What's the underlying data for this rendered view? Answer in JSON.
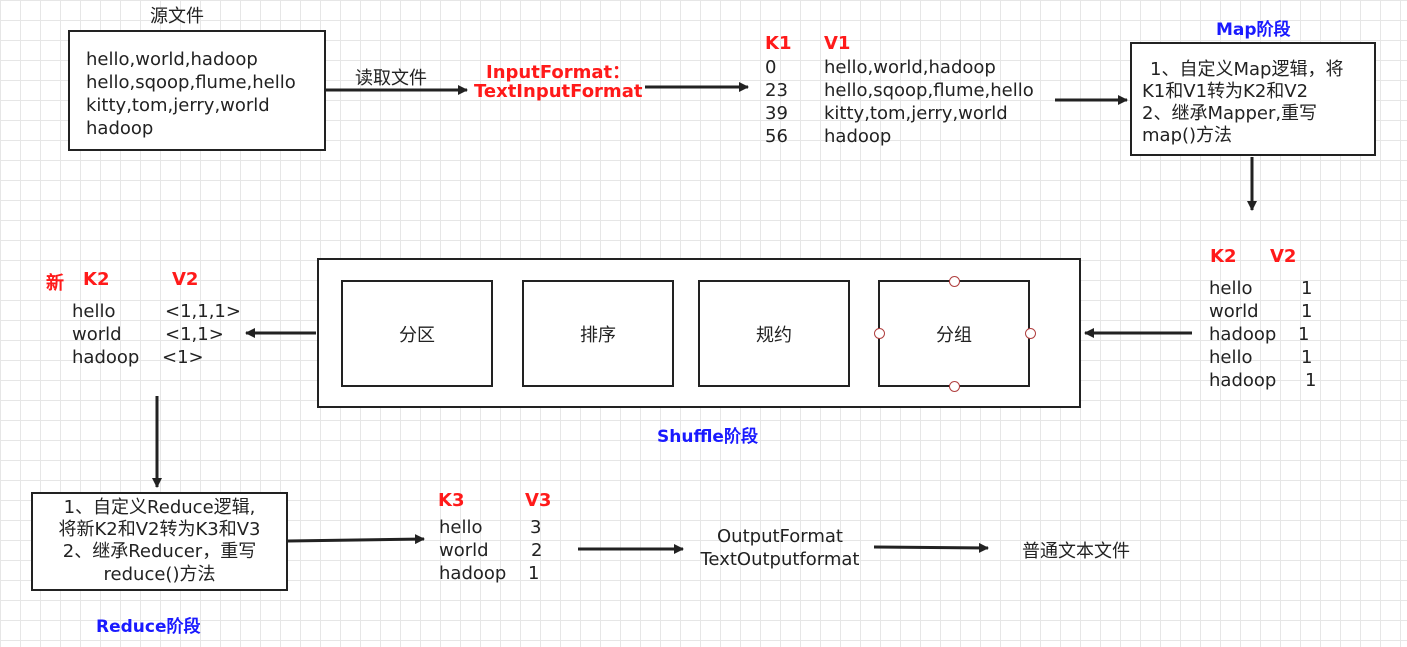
{
  "source": {
    "title": "源文件",
    "lines": [
      "hello,world,hadoop",
      "hello,sqoop,flume,hello",
      "kitty,tom,jerry,world",
      "hadoop"
    ]
  },
  "read_label": "读取文件",
  "input_format": {
    "line1": "InputFormat：",
    "line2": "TextInputFormat"
  },
  "kv1": {
    "k_header": "K1",
    "v_header": "V1",
    "rows": [
      {
        "k": "0",
        "v": "hello,world,hadoop"
      },
      {
        "k": "23",
        "v": "hello,sqoop,flume,hello"
      },
      {
        "k": "39",
        "v": "kitty,tom,jerry,world"
      },
      {
        "k": "56",
        "v": "hadoop"
      }
    ]
  },
  "map_stage": {
    "title": "Map阶段",
    "lines": [
      "1、自定义Map逻辑，将",
      "K1和V1转为K2和V2",
      "2、继承Mapper,重写",
      "map()方法"
    ]
  },
  "kv2": {
    "k_header": "K2",
    "v_header": "V2",
    "rows": [
      {
        "k": "hello",
        "v": "1"
      },
      {
        "k": "world",
        "v": "1"
      },
      {
        "k": "hadoop",
        "v": "1"
      },
      {
        "k": "hello",
        "v": "1"
      },
      {
        "k": "hadoop",
        "v": "1"
      }
    ]
  },
  "shuffle": {
    "title": "Shuffle阶段",
    "steps": [
      "分区",
      "排序",
      "规约",
      "分组"
    ]
  },
  "new_kv2": {
    "prefix": "新",
    "k_header": "K2",
    "v_header": "V2",
    "rows": [
      {
        "k": "hello",
        "v": "<1,1,1>"
      },
      {
        "k": "world",
        "v": "<1,1>"
      },
      {
        "k": "hadoop",
        "v": "<1>"
      }
    ]
  },
  "reduce_stage": {
    "title": "Reduce阶段",
    "lines": [
      "1、自定义Reduce逻辑,",
      "将新K2和V2转为K3和V3",
      "2、继承Reducer，重写",
      "reduce()方法"
    ]
  },
  "kv3": {
    "k_header": "K3",
    "v_header": "V3",
    "rows": [
      {
        "k": "hello",
        "v": "3"
      },
      {
        "k": "world",
        "v": "2"
      },
      {
        "k": "hadoop",
        "v": "1"
      }
    ]
  },
  "output_format": {
    "line1": "OutputFormat",
    "line2": "TextOutputformat"
  },
  "final_output": "普通文本文件"
}
